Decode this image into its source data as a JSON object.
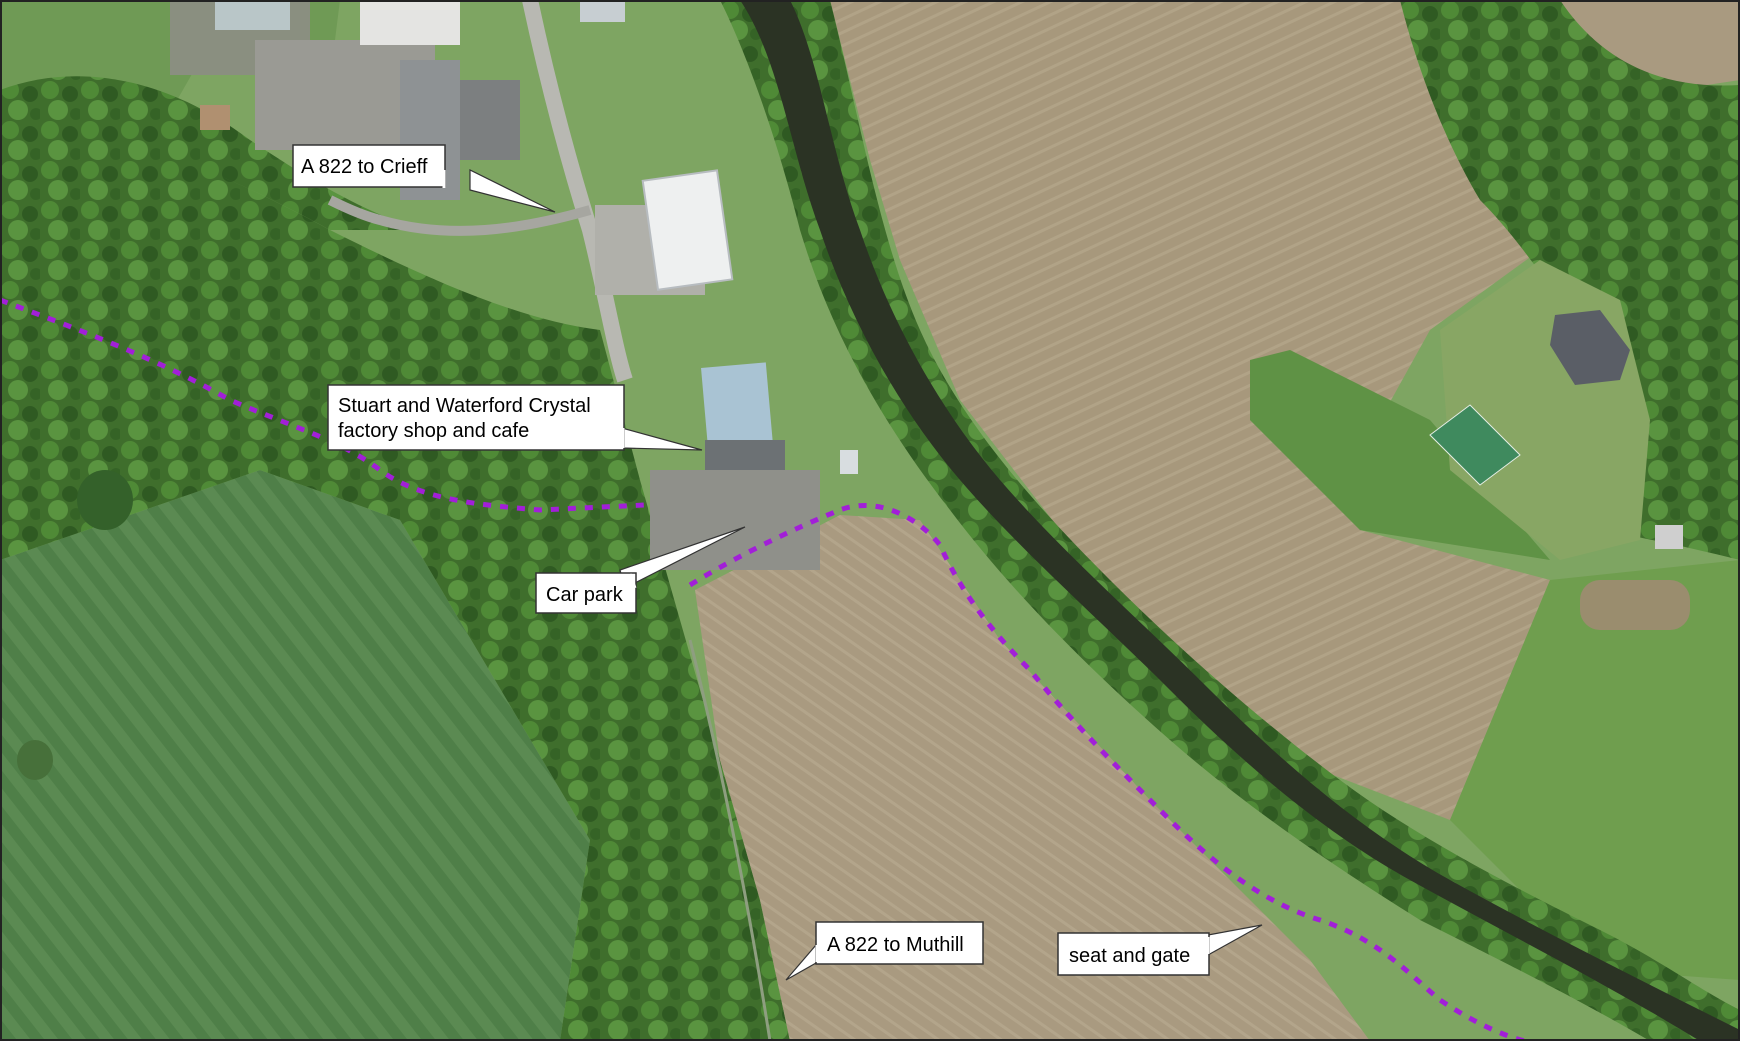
{
  "map": {
    "labels": {
      "crieff": "A 822 to Crieff",
      "factory_line1": "Stuart and Waterford Crystal",
      "factory_line2": "factory shop and cafe",
      "car_park": "Car park",
      "muthill": "A 822 to Muthill",
      "seat_gate": "seat and gate"
    },
    "colors": {
      "route": "#a21fd8",
      "woodland": "#3f6e2c",
      "striped_field": "#5b8a52",
      "ploughed_field": "#a99a80",
      "river": "#2b3324",
      "pasture": "#7ea562"
    },
    "route_style": "dotted purple line"
  }
}
